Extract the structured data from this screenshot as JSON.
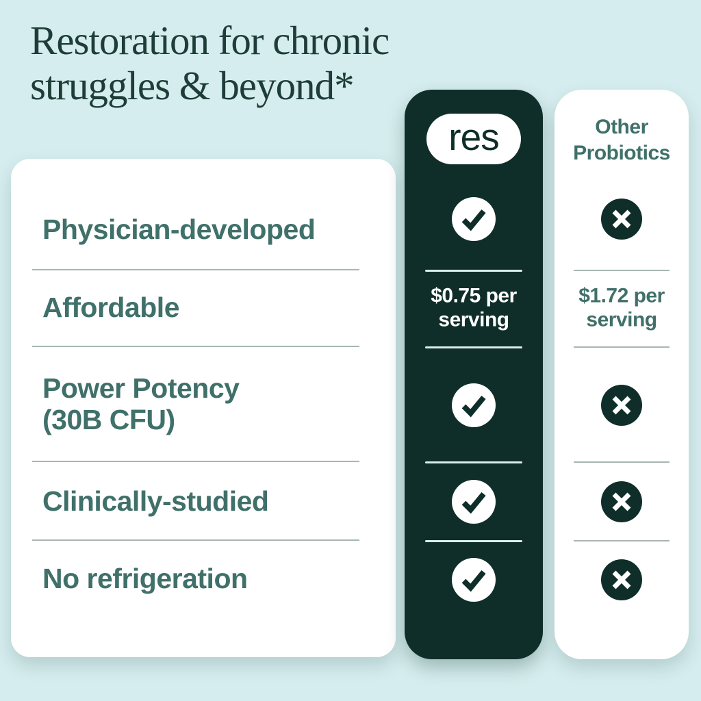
{
  "title": {
    "text": "Restoration for chronic\nstruggles & beyond*"
  },
  "colors": {
    "bg": "#d5edee",
    "dark": "#0f2e29",
    "teal": "#40706a",
    "title": "#1e3d38",
    "white": "#ffffff",
    "divider": "#a7b6b5",
    "divider_light": "#dbeeee"
  },
  "features": {
    "items": [
      {
        "label": "Physician-developed"
      },
      {
        "label": "Affordable"
      },
      {
        "label": "Power Potency\n(30B CFU)"
      },
      {
        "label": "Clinically-studied"
      },
      {
        "label": "No refrigeration"
      }
    ]
  },
  "res_column": {
    "brand": "res",
    "price": "$0.75 per\nserving",
    "cells": [
      "check",
      "price",
      "check",
      "check",
      "check"
    ]
  },
  "other_column": {
    "header": "Other\nProbiotics",
    "price": "$1.72 per\nserving",
    "cells": [
      "x",
      "price",
      "x",
      "x",
      "x"
    ]
  },
  "chart_data": {
    "type": "table",
    "title": "Restoration for chronic struggles & beyond*",
    "columns": [
      "Feature",
      "res",
      "Other Probiotics"
    ],
    "rows": [
      {
        "feature": "Physician-developed",
        "res": "yes",
        "other_probiotics": "no"
      },
      {
        "feature": "Affordable",
        "res": "$0.75 per serving",
        "other_probiotics": "$1.72 per serving"
      },
      {
        "feature": "Power Potency (30B CFU)",
        "res": "yes",
        "other_probiotics": "no"
      },
      {
        "feature": "Clinically-studied",
        "res": "yes",
        "other_probiotics": "no"
      },
      {
        "feature": "No refrigeration",
        "res": "yes",
        "other_probiotics": "no"
      }
    ]
  }
}
